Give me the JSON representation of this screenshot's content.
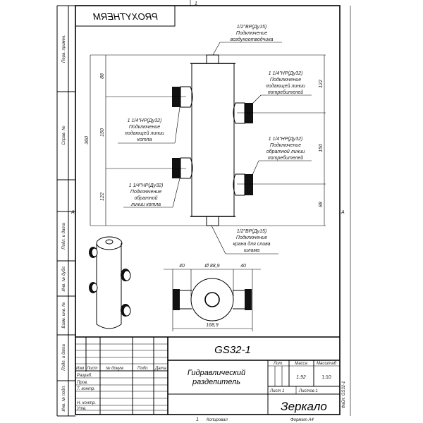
{
  "sheet": {
    "top_number": "1",
    "brand": "PROXYTHERM",
    "section_marker": "A",
    "side_margin_labels": [
      "Перв. примен.",
      "Справ. №",
      "Подп. и дата",
      "Инв. № дубл.",
      "Взам. инв. №",
      "Подп. и дата",
      "Инв. № подл."
    ],
    "file_label": "Файл: GS32-1",
    "footer": {
      "page": "1",
      "copied": "Копировал",
      "format": "Формат А4"
    }
  },
  "drawing": {
    "top_connection": [
      "1/2\"ВР(Ду15)",
      "Подключение",
      "воздухоотводчика"
    ],
    "bottom_connection": [
      "1/2\"ВР(Ду15)",
      "Подключение",
      "крана для слива",
      "шлама"
    ],
    "boiler_supply": [
      "1 1/4\"НР(Ду32)",
      "Подключение",
      "подающей линии",
      "котла"
    ],
    "boiler_return": [
      "1 1/4\"НР(Ду32)",
      "Подключение",
      "обратной",
      "линии котла"
    ],
    "consumer_supply": [
      "1 1/4\"НР(Ду32)",
      "Подключение",
      "подающей линии",
      "потребителей"
    ],
    "consumer_return": [
      "1 1/4\"НР(Ду32)",
      "Подключение",
      "обратной линии",
      "потребителей"
    ],
    "dims": {
      "total_height": "360",
      "left_top": "88",
      "left_mid": "150",
      "left_bottom": "122",
      "right_top": "122",
      "right_mid": "150",
      "right_bottom": "88",
      "plan_left": "40",
      "plan_diameter": "Ø 88,9",
      "plan_right": "40",
      "plan_total": "168,9"
    }
  },
  "title_block": {
    "designation": "GS32-1",
    "name_line1": "Гидравлический",
    "name_line2": "разделитель",
    "headers": {
      "change": "Изм",
      "sheet": "Лист",
      "doc_no": "№ докум.",
      "sign": "Подп.",
      "date": "Дата"
    },
    "roles": [
      "Разраб.",
      "Пров.",
      "Т. контр.",
      "Н. контр.",
      "Утв."
    ],
    "lit_label": "Лит.",
    "mass_label": "Масса",
    "scale_label": "Масштаб",
    "mass": "1.92",
    "scale": "1:10",
    "sheet_label": "Лист 1",
    "sheets_label": "Листов 1",
    "company": "Зеркало"
  }
}
